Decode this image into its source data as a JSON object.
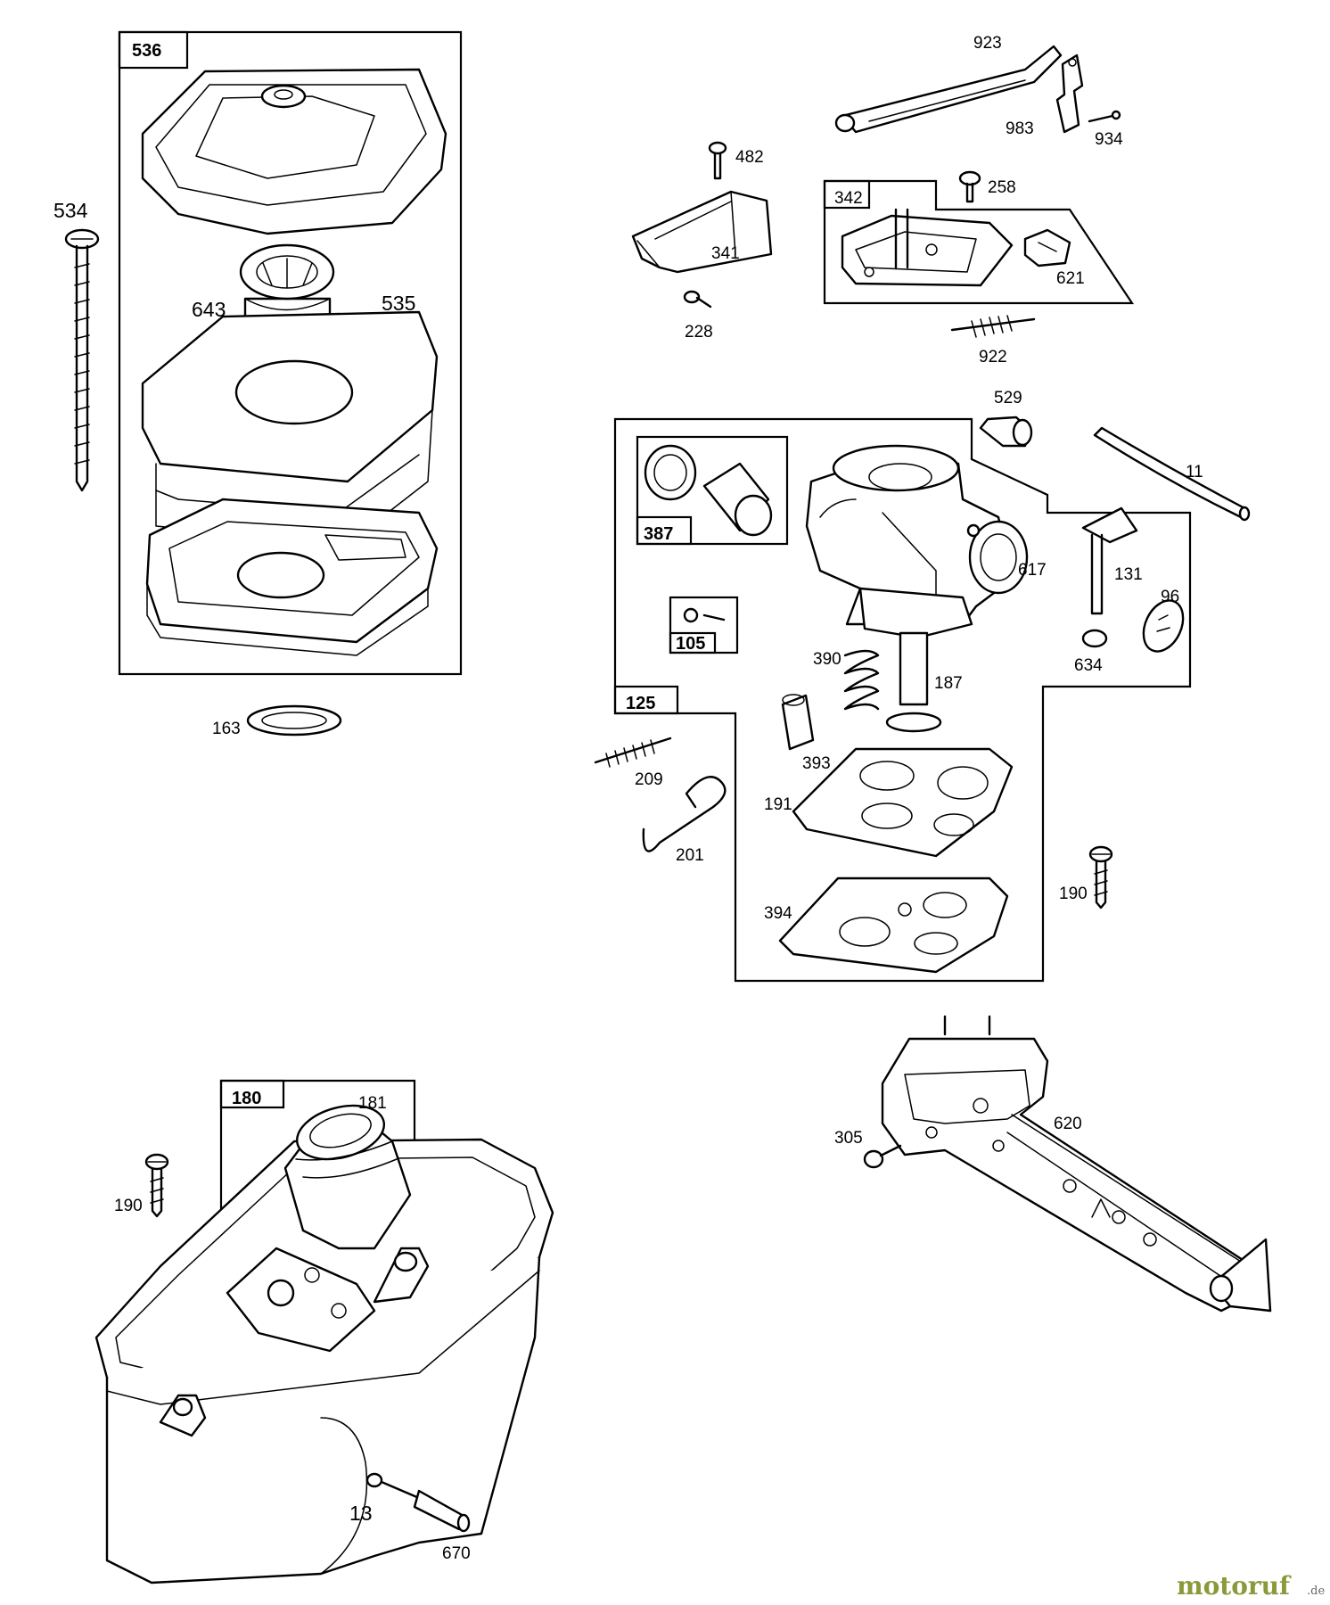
{
  "parts": [
    {
      "id": "p536",
      "label": "536"
    },
    {
      "id": "p534",
      "label": "534"
    },
    {
      "id": "p643",
      "label": "643"
    },
    {
      "id": "p535",
      "label": "535"
    },
    {
      "id": "p163",
      "label": "163"
    },
    {
      "id": "p923",
      "label": "923"
    },
    {
      "id": "p983",
      "label": "983"
    },
    {
      "id": "p934",
      "label": "934"
    },
    {
      "id": "p482",
      "label": "482"
    },
    {
      "id": "p258",
      "label": "258"
    },
    {
      "id": "p342",
      "label": "342"
    },
    {
      "id": "p341",
      "label": "341"
    },
    {
      "id": "p621",
      "label": "621"
    },
    {
      "id": "p228",
      "label": "228"
    },
    {
      "id": "p922",
      "label": "922"
    },
    {
      "id": "p529",
      "label": "529"
    },
    {
      "id": "p11",
      "label": "11"
    },
    {
      "id": "p387",
      "label": "387"
    },
    {
      "id": "p617",
      "label": "617"
    },
    {
      "id": "p131",
      "label": "131"
    },
    {
      "id": "p96",
      "label": "96"
    },
    {
      "id": "p105",
      "label": "105"
    },
    {
      "id": "p634",
      "label": "634"
    },
    {
      "id": "p390",
      "label": "390"
    },
    {
      "id": "p187",
      "label": "187"
    },
    {
      "id": "p125",
      "label": "125"
    },
    {
      "id": "p393",
      "label": "393"
    },
    {
      "id": "p209",
      "label": "209"
    },
    {
      "id": "p191",
      "label": "191"
    },
    {
      "id": "p201",
      "label": "201"
    },
    {
      "id": "p190a",
      "label": "190"
    },
    {
      "id": "p394",
      "label": "394"
    },
    {
      "id": "p180",
      "label": "180"
    },
    {
      "id": "p181",
      "label": "181"
    },
    {
      "id": "p190b",
      "label": "190"
    },
    {
      "id": "p305",
      "label": "305"
    },
    {
      "id": "p620",
      "label": "620"
    },
    {
      "id": "p13",
      "label": "13"
    },
    {
      "id": "p670",
      "label": "670"
    }
  ],
  "watermark": {
    "main": "motoruf",
    "suffix": ".de"
  }
}
